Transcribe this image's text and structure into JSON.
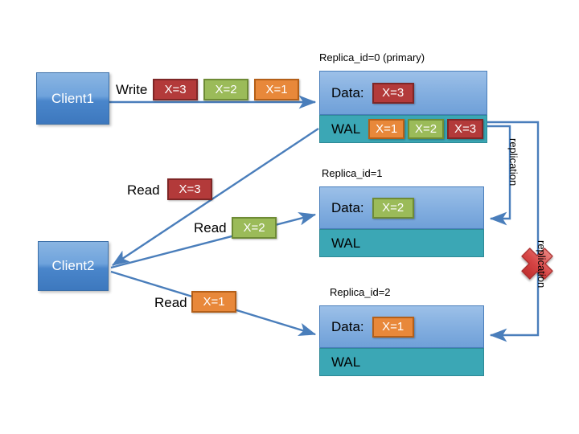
{
  "diagram": {
    "title": "Replicated log / WAL replication diagram",
    "colors": {
      "client_fill": "#6FA3DC",
      "data_fill": "#84AFE0",
      "wal_fill": "#3BA7B5",
      "arrow": "#4A7EBB",
      "chip_red": "#B33A3A",
      "chip_green": "#9BBB59",
      "chip_orange": "#E8883A",
      "x_mark": "#D64545"
    }
  },
  "clients": [
    {
      "id": "client1",
      "label": "Client1"
    },
    {
      "id": "client2",
      "label": "Client2"
    }
  ],
  "operations": {
    "write_label": "Write",
    "read_label_1": "Read",
    "read_label_2": "Read",
    "read_label_3": "Read"
  },
  "write_values": [
    {
      "text": "X=3",
      "color": "red"
    },
    {
      "text": "X=2",
      "color": "green"
    },
    {
      "text": "X=1",
      "color": "orange"
    }
  ],
  "read_values": [
    {
      "text": "X=3",
      "color": "red"
    },
    {
      "text": "X=2",
      "color": "green"
    },
    {
      "text": "X=1",
      "color": "orange"
    }
  ],
  "replicas": [
    {
      "caption": "Replica_id=0 (primary)",
      "data_label": "Data:",
      "data_value": "X=3",
      "data_value_color": "red",
      "wal_label": "WAL",
      "wal_entries": [
        {
          "text": "X=1",
          "color": "orange"
        },
        {
          "text": "X=2",
          "color": "green"
        },
        {
          "text": "X=3",
          "color": "red"
        }
      ]
    },
    {
      "caption": "Replica_id=1",
      "data_label": "Data:",
      "data_value": "X=2",
      "data_value_color": "green",
      "wal_label": "WAL",
      "wal_entries": []
    },
    {
      "caption": "Replica_id=2",
      "data_label": "Data:",
      "data_value": "X=1",
      "data_value_color": "orange",
      "wal_label": "WAL",
      "wal_entries": []
    }
  ],
  "replication": {
    "link_1_label": "replication",
    "link_2_label": "replication",
    "broken_marker": "x-mark"
  }
}
